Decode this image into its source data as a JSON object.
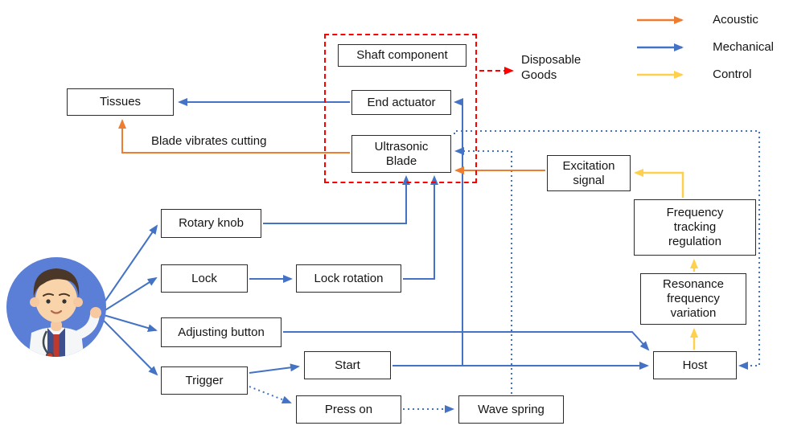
{
  "legend": {
    "acoustic": {
      "label": "Acoustic",
      "color": "#ED7D31"
    },
    "mechanical": {
      "label": "Mechanical",
      "color": "#4472C4"
    },
    "control": {
      "label": "Control",
      "color": "#FFD04D"
    }
  },
  "nodes": {
    "shaft_component": "Shaft component",
    "end_actuator": "End actuator",
    "ultrasonic_blade": "Ultrasonic Blade",
    "tissues": "Tissues",
    "rotary_knob": "Rotary knob",
    "lock": "Lock",
    "lock_rotation": "Lock rotation",
    "adjusting_button": "Adjusting button",
    "trigger": "Trigger",
    "start": "Start",
    "press_on": "Press on",
    "wave_spring": "Wave spring",
    "excitation_signal": "Excitation signal",
    "frequency_tracking_regulation": "Frequency tracking regulation",
    "resonance_frequency_variation": "Resonance frequency variation",
    "host": "Host"
  },
  "annotations": {
    "disposable_goods": "Disposable Goods",
    "blade_vibrates_cutting": "Blade vibrates cutting"
  }
}
